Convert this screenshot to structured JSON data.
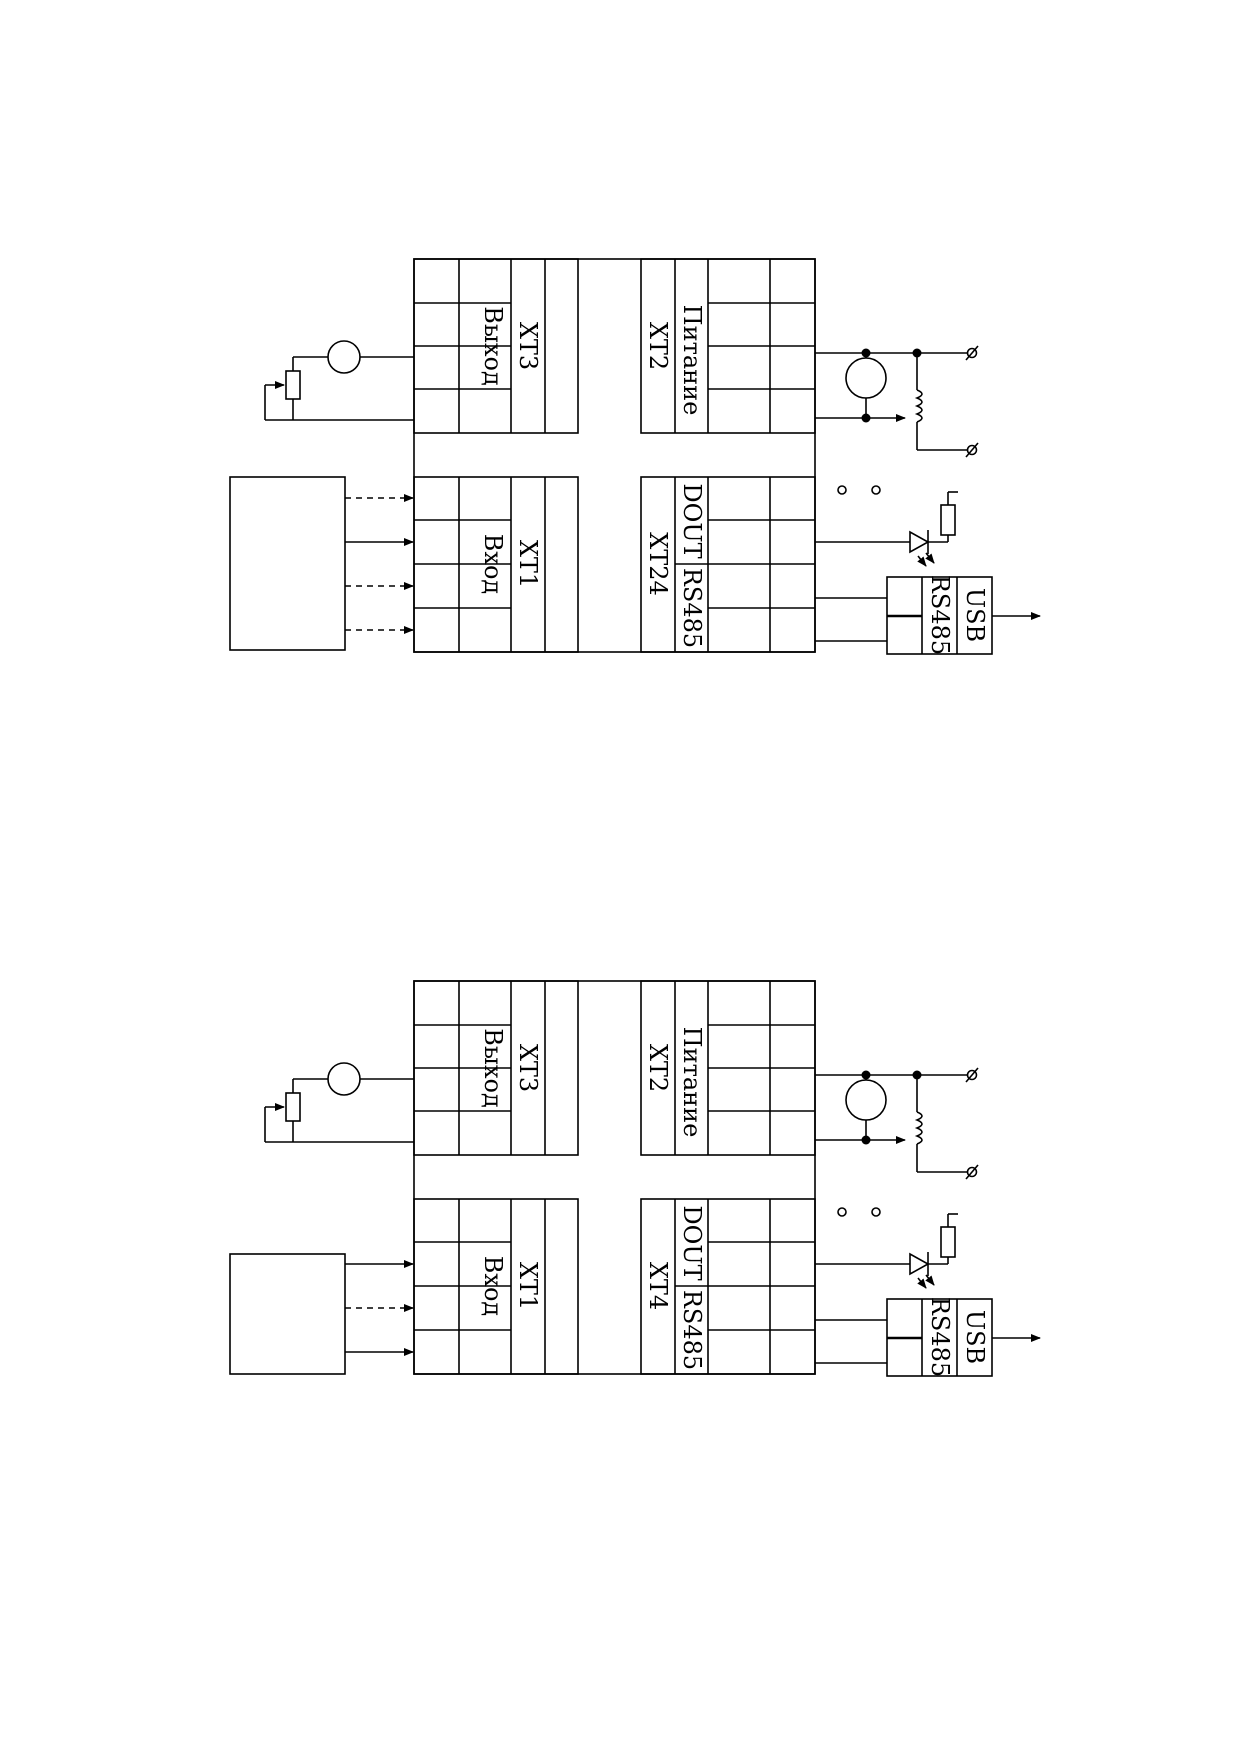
{
  "diagrams": [
    {
      "xt_in": "XT1",
      "xt_out": "XT3",
      "xt_pow": "XT2",
      "xt_io": "XT24",
      "label_in": "Вход",
      "label_out": "Выход",
      "label_pow": "Питание",
      "label_dout": "DOUT",
      "label_rs485": "RS485",
      "conv_rs485": "RS485",
      "conv_usb": "USB",
      "input_lines": [
        "dashed",
        "solid",
        "dashed",
        "dashed"
      ]
    },
    {
      "xt_in": "XT1",
      "xt_out": "XT3",
      "xt_pow": "XT2",
      "xt_io": "XT4",
      "label_in": "Вход",
      "label_out": "Выход",
      "label_pow": "Питание",
      "label_dout": "DOUT",
      "label_rs485": "RS485",
      "conv_rs485": "RS485",
      "conv_usb": "USB",
      "input_lines": [
        "solid",
        "dashed",
        "solid"
      ]
    }
  ]
}
